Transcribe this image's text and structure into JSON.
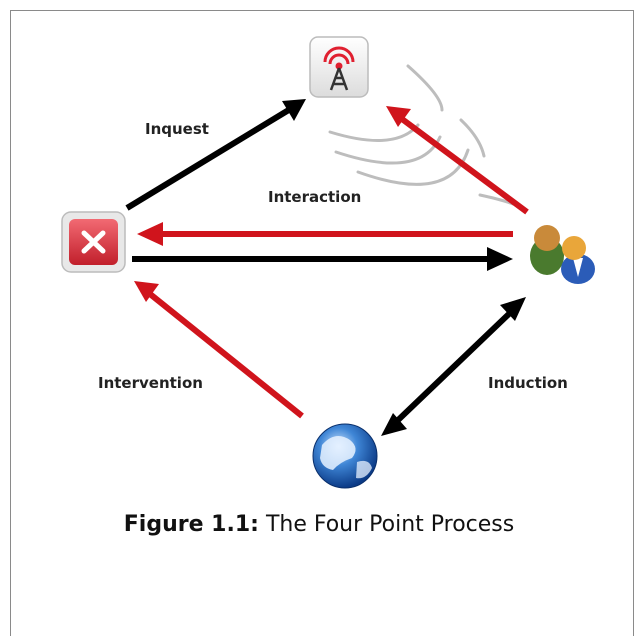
{
  "diagram": {
    "labels": {
      "inquest": "Inquest",
      "interaction": "Interaction",
      "intervention": "Intervention",
      "induction": "Induction"
    },
    "nodes": [
      {
        "id": "top",
        "icon": "antenna-signal-icon"
      },
      {
        "id": "left",
        "icon": "close-x-icon"
      },
      {
        "id": "right",
        "icon": "people-icon"
      },
      {
        "id": "bottom",
        "icon": "globe-icon"
      }
    ],
    "colors": {
      "red_arrow": "#d0141c",
      "black_arrow": "#000000",
      "icon_red": "#d9313c"
    }
  },
  "caption": {
    "prefix": "Figure 1.1:",
    "text": "The Four Point Process"
  }
}
